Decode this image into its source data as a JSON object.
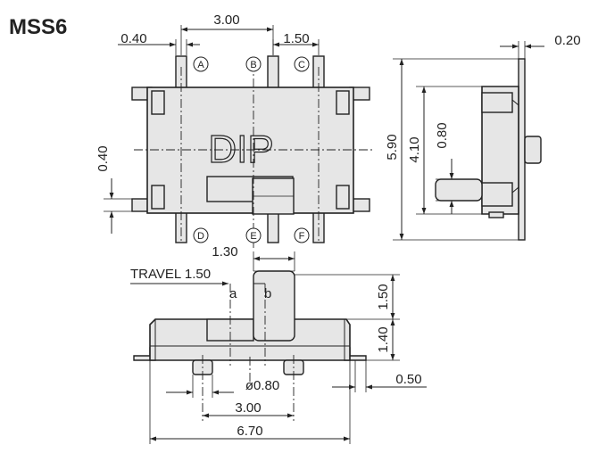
{
  "model": "MSS6",
  "top_view": {
    "marking": "DIP",
    "pins_top": [
      "A",
      "B",
      "C"
    ],
    "pins_bottom": [
      "D",
      "E",
      "F"
    ],
    "dims": {
      "pitch_ab": "3.00",
      "pin_width": "0.40",
      "pitch_bc": "1.50",
      "left_lead": "0.40"
    }
  },
  "side_view": {
    "dims": {
      "thickness": "0.20",
      "overall": "5.90",
      "body": "4.10",
      "lead": "0.80"
    }
  },
  "front_view": {
    "labels": {
      "travel": "TRAVEL 1.50",
      "pos_a": "a",
      "pos_b": "b"
    },
    "dims": {
      "actuator_width": "1.30",
      "actuator_height": "1.50",
      "body_height": "1.40",
      "post_dia": "ø0.80",
      "post_pitch": "3.00",
      "overall_width": "6.70",
      "lead_thickness": "0.50"
    }
  }
}
